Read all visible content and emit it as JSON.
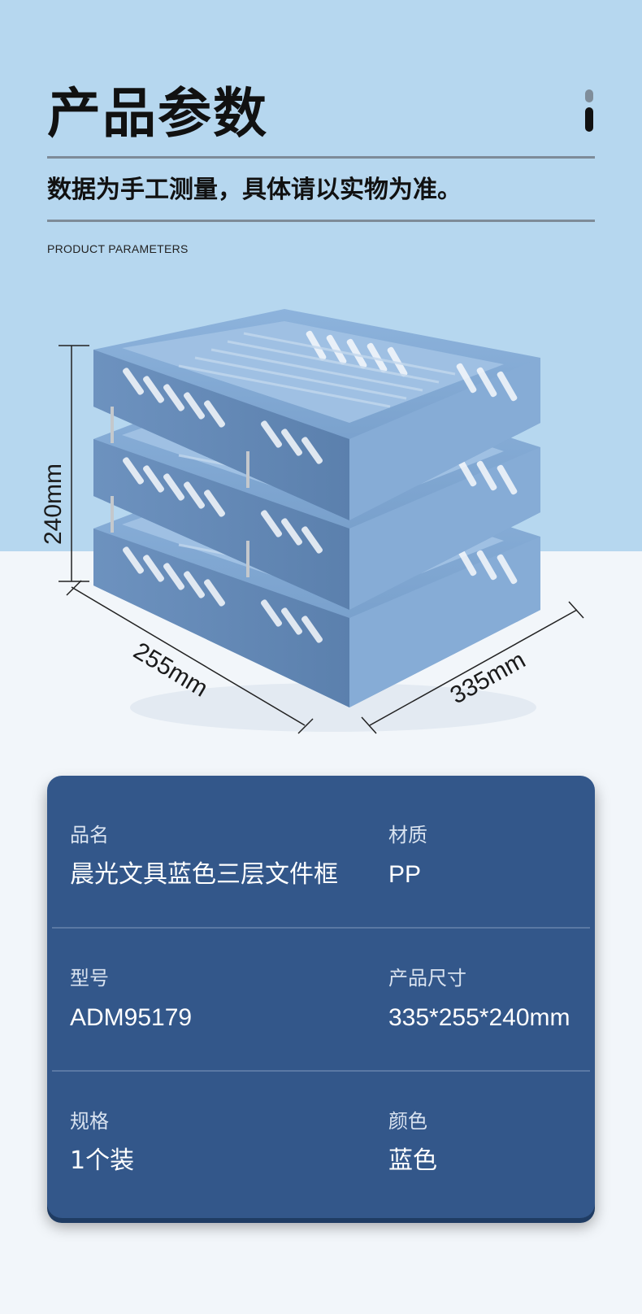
{
  "header": {
    "title": "产品参数",
    "subtitle": "数据为手工测量，具体请以实物为准。",
    "english_label": "PRODUCT PARAMETERS"
  },
  "dimensions": {
    "height": "240mm",
    "depth": "255mm",
    "width": "335mm"
  },
  "specs": [
    {
      "label": "品名",
      "value": "晨光文具蓝色三层文件框"
    },
    {
      "label": "材质",
      "value": "PP"
    },
    {
      "label": "型号",
      "value": "ADM95179"
    },
    {
      "label": "产品尺寸",
      "value": "335*255*240mm"
    },
    {
      "label": "规格",
      "value": "1个装"
    },
    {
      "label": "颜色",
      "value": "蓝色"
    }
  ],
  "colors": {
    "background_top": "#b6d7ef",
    "background_bottom": "#f2f6fa",
    "card": "#33578a",
    "tray": "#7ea6d3"
  }
}
